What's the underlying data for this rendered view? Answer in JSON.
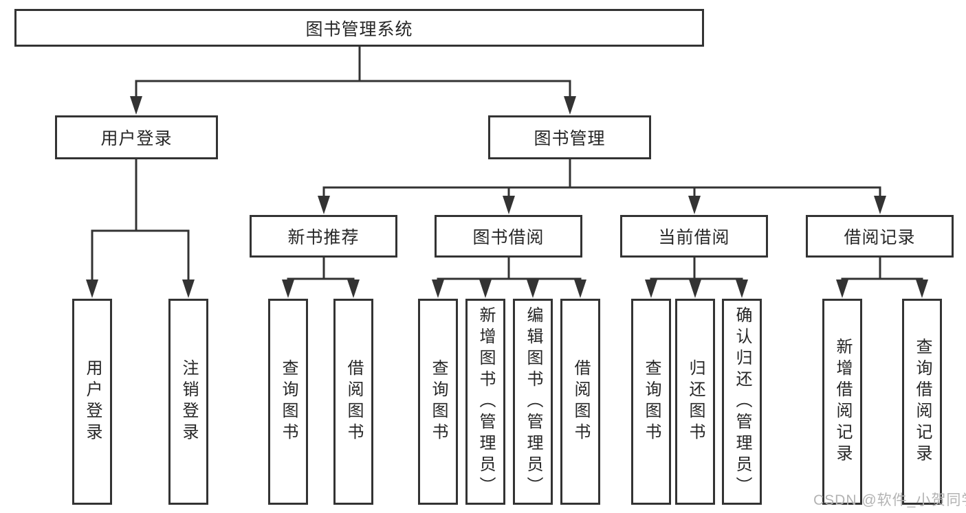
{
  "diagram": {
    "root": "图书管理系统",
    "nodes": {
      "user_login": "用户登录",
      "book_mgmt": "图书管理",
      "new_books": "新书推荐",
      "book_borrow": "图书借阅",
      "current_borrow": "当前借阅",
      "borrow_records": "借阅记录"
    },
    "leaves": {
      "user_login": [
        "用户登录",
        "注销登录"
      ],
      "new_books": [
        "查询图书",
        "借阅图书"
      ],
      "book_borrow": [
        "查询图书",
        "新增图书（管理员）",
        "编辑图书（管理员）",
        "借阅图书"
      ],
      "current_borrow": [
        "查询图书",
        "归还图书",
        "确认归还（管理员）"
      ],
      "borrow_records": [
        "新增借阅记录",
        "查询借阅记录"
      ]
    }
  },
  "watermark": "CSDN @软件_小贺同学",
  "colors": {
    "line": "#333333",
    "text": "#262626",
    "watermark": "#b3b3b3",
    "background": "#ffffff"
  }
}
